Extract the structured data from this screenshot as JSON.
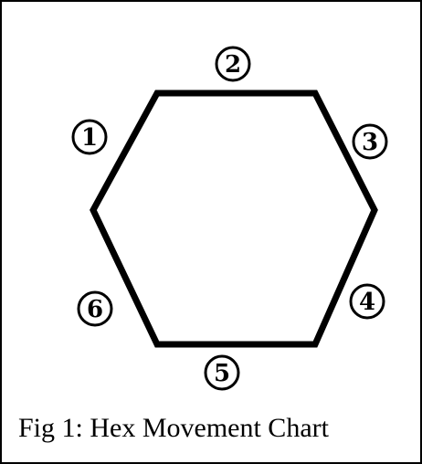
{
  "caption": "Fig 1: Hex Movement Chart",
  "sides": [
    {
      "label": "1"
    },
    {
      "label": "2"
    },
    {
      "label": "3"
    },
    {
      "label": "4"
    },
    {
      "label": "5"
    },
    {
      "label": "6"
    }
  ],
  "colors": {
    "stroke": "#000000",
    "background": "#ffffff"
  }
}
